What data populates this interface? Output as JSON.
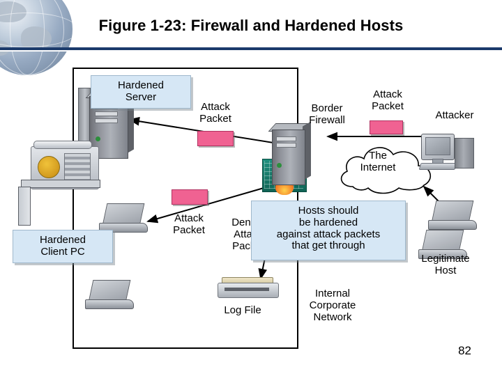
{
  "slide": {
    "title": "Figure 1-23: Firewall and Hardened Hosts",
    "page_number": "82",
    "accent_color": "#1b3a6b",
    "packet_color": "#f06292",
    "callout_color": "#d6e7f5"
  },
  "callouts": [
    {
      "id": "hardened-server",
      "text": "Hardened\nServer"
    },
    {
      "id": "hardened-client",
      "text": "Hardened\nClient PC"
    },
    {
      "id": "hosts-should",
      "text": "Hosts should\nbe hardened\nagainst attack packets\nthat get through"
    }
  ],
  "labels": [
    {
      "id": "attack-packet-top",
      "text": "Attack\nPacket"
    },
    {
      "id": "border-firewall",
      "text": "Border\nFirewall"
    },
    {
      "id": "attack-packet-internet",
      "text": "Attack\nPacket"
    },
    {
      "id": "attacker",
      "text": "Attacker"
    },
    {
      "id": "the-internet",
      "text": "The\nInternet"
    },
    {
      "id": "attack-packet-left",
      "text": "Attack\nPacket"
    },
    {
      "id": "denied-attack-packet",
      "text": "Denied\nAttack\nPacket"
    },
    {
      "id": "legitimate-host",
      "text": "Legitimate\nHost"
    },
    {
      "id": "log-file",
      "text": "Log File"
    },
    {
      "id": "internal-corporate-network",
      "text": "Internal\nCorporate\nNetwork"
    }
  ],
  "icons": {
    "server": "server-tower-icon",
    "laptop": "laptop-icon",
    "firewall": "firewall-appliance-icon",
    "attacker_pc": "desktop-computer-icon",
    "legit_pc": "desktop-computer-icon",
    "printer": "log-printer-icon",
    "phone": "phone-device-icon",
    "cloud": "internet-cloud-icon",
    "globe": "globe-icon"
  }
}
